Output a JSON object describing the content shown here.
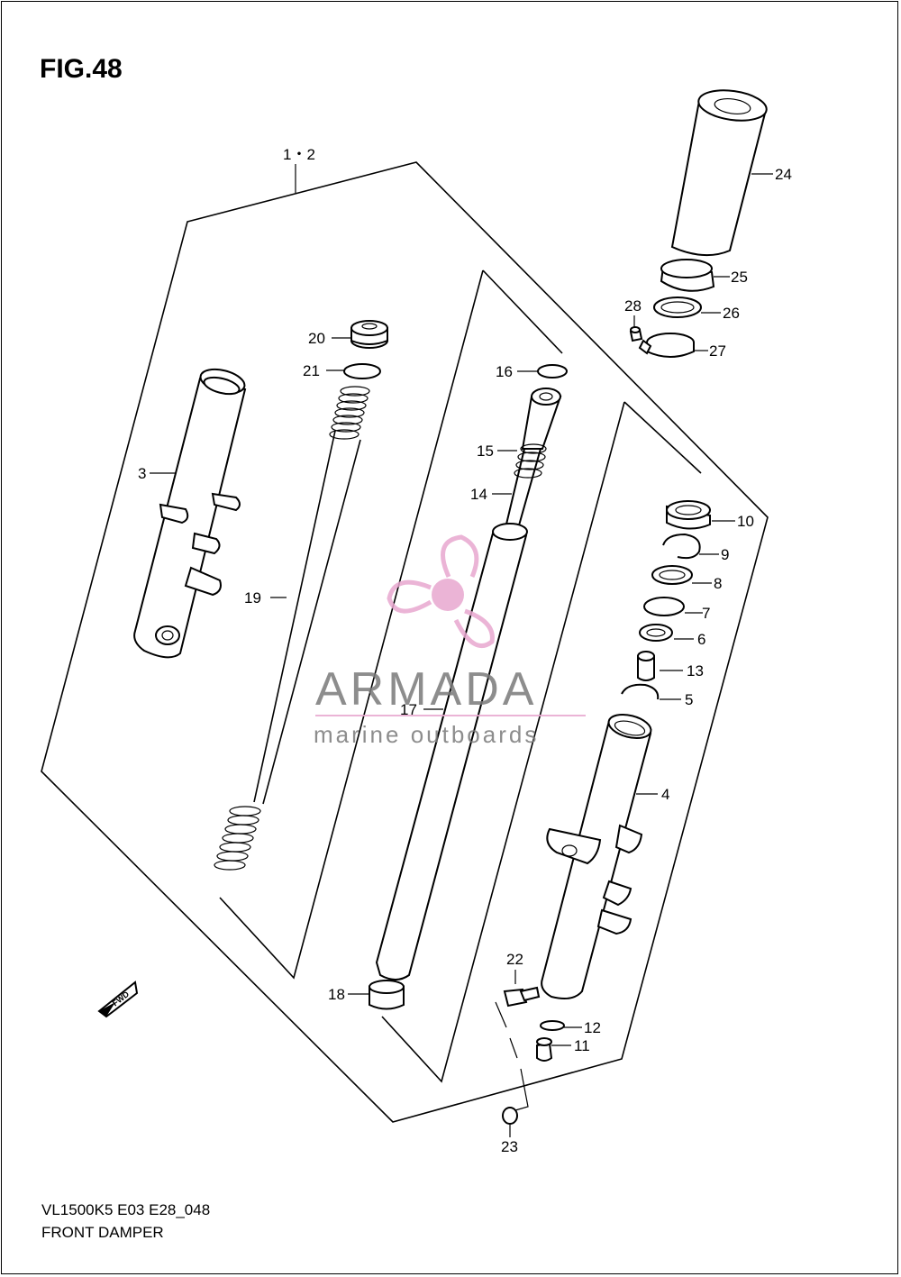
{
  "figure": {
    "title": "FIG.48",
    "model_code": "VL1500K5 E03 E28_048",
    "name": "FRONT DAMPER"
  },
  "watermark": {
    "brand": "ARMADA",
    "tagline": "marine outboards",
    "brand_color": "#7a7a7a",
    "accent_color": "#e8a7cf"
  },
  "fwd_icon_label": "FWD",
  "callouts": {
    "c1_2": "1・2",
    "c3": "3",
    "c4": "4",
    "c5": "5",
    "c6": "6",
    "c7": "7",
    "c8": "8",
    "c9": "9",
    "c10": "10",
    "c11": "11",
    "c12": "12",
    "c13": "13",
    "c14": "14",
    "c15": "15",
    "c16": "16",
    "c17": "17",
    "c18": "18",
    "c19": "19",
    "c20": "20",
    "c21": "21",
    "c22": "22",
    "c23": "23",
    "c24": "24",
    "c25": "25",
    "c26": "26",
    "c27": "27",
    "c28": "28"
  }
}
